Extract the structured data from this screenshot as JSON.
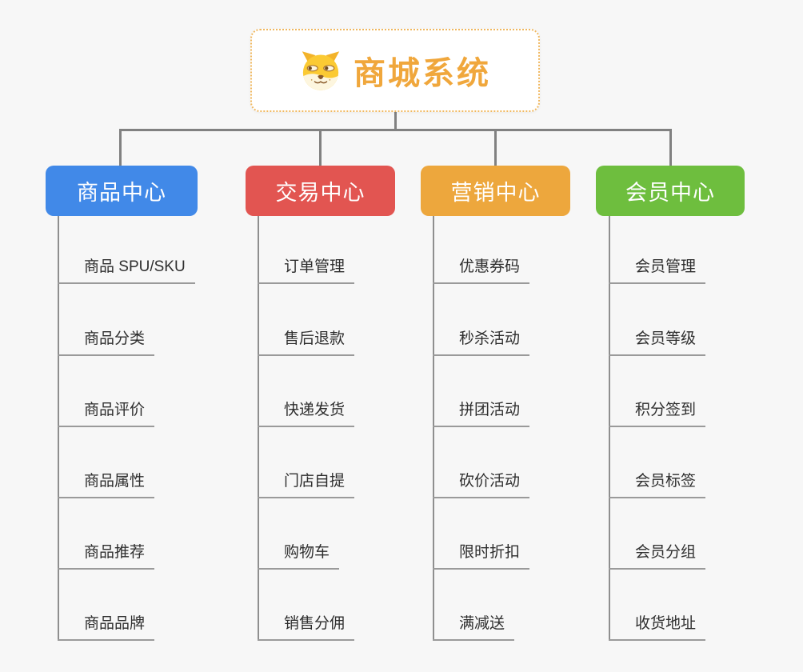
{
  "background_color": "#f7f7f7",
  "connector_color": "#818181",
  "root": {
    "title": "商城系统",
    "icon": "doge-face-icon",
    "text_color": "#f0a73c",
    "border_color": "#f0b860"
  },
  "branches": [
    {
      "label": "商品中心",
      "color": "#4189e8",
      "children": [
        "商品 SPU/SKU",
        "商品分类",
        "商品评价",
        "商品属性",
        "商品推荐",
        "商品品牌"
      ]
    },
    {
      "label": "交易中心",
      "color": "#e25551",
      "children": [
        "订单管理",
        "售后退款",
        "快递发货",
        "门店自提",
        "购物车",
        "销售分佣"
      ]
    },
    {
      "label": "营销中心",
      "color": "#eda73d",
      "children": [
        "优惠券码",
        "秒杀活动",
        "拼团活动",
        "砍价活动",
        "限时折扣",
        "满减送"
      ]
    },
    {
      "label": "会员中心",
      "color": "#6ebe3e",
      "children": [
        "会员管理",
        "会员等级",
        "积分签到",
        "会员标签",
        "会员分组",
        "收货地址"
      ]
    }
  ]
}
